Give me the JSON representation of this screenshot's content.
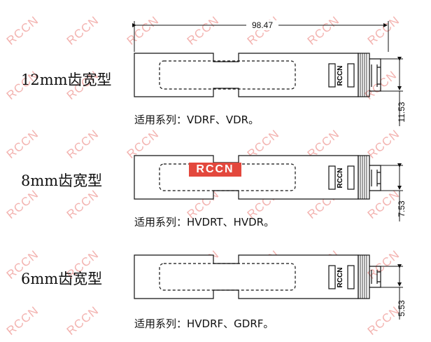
{
  "watermark": "RCCN",
  "logo": "RCCN",
  "dimensions": {
    "overall_length": "98.47"
  },
  "variants": [
    {
      "label": "12mm齿宽型",
      "usage": "适用系列：VDRF、VDR。",
      "height_dim": "11.53",
      "brand": "RCCN"
    },
    {
      "label": "8mm齿宽型",
      "usage": "适用系列：HVDRT、HVDR。",
      "height_dim": "7.53",
      "brand": "RCCN"
    },
    {
      "label": "6mm齿宽型",
      "usage": "适用系列：HVDRF、GDRF。",
      "height_dim": "5.53",
      "brand": "RCCN"
    }
  ]
}
